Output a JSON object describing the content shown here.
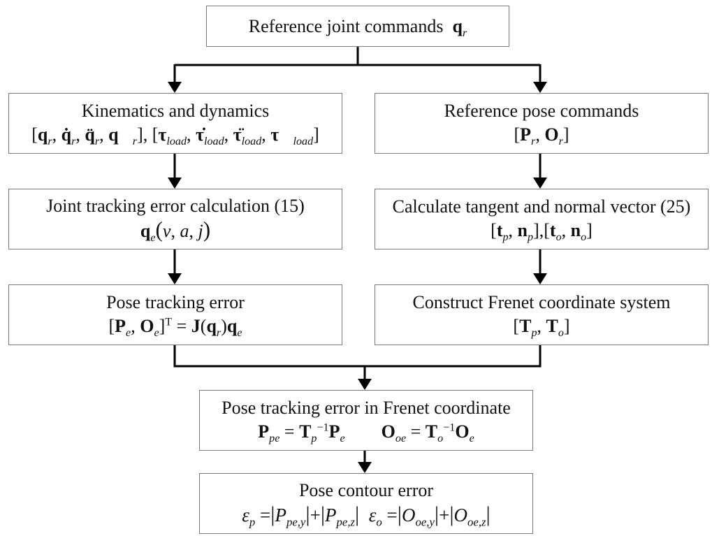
{
  "diagram": {
    "type": "flowchart",
    "nodes": {
      "ref_joint": {
        "title": "Reference joint commands",
        "symbol": "q",
        "sub": "r"
      },
      "kin_dyn": {
        "title": "Kinematics and dynamics",
        "formula": "[q_r, q̇_r, q̈_r, q⃛_r], [τ_load, τ̇_load, τ̈_load, τ⃛_load]"
      },
      "ref_pose": {
        "title": "Reference pose commands",
        "formula": "[P_r, O_r]"
      },
      "joint_err": {
        "title": "Joint tracking error calculation (15)",
        "formula": "q_e(v, a, j)"
      },
      "tangent": {
        "title": "Calculate tangent and normal vector (25)",
        "formula": "[t_p, n_p],[t_o, n_o]"
      },
      "pose_err": {
        "title": "Pose tracking error",
        "formula": "[P_e, O_e]^T = J(q_r)q_e"
      },
      "frenet": {
        "title": "Construct Frenet coordinate system",
        "formula": "[T_p, T_o]"
      },
      "frenet_err": {
        "title": "Pose tracking error in Frenet coordinate",
        "formula": "P_pe = T_p^-1 P_e    O_oe = T_o^-1 O_e"
      },
      "contour": {
        "title": "Pose contour error",
        "formula": "ε_p = |P_pe,y| + |P_pe,z|  ε_o = |O_oe,y| + |O_oe,z|"
      }
    },
    "edges": [
      [
        "ref_joint",
        "kin_dyn"
      ],
      [
        "ref_joint",
        "ref_pose"
      ],
      [
        "kin_dyn",
        "joint_err"
      ],
      [
        "joint_err",
        "pose_err"
      ],
      [
        "ref_pose",
        "tangent"
      ],
      [
        "tangent",
        "frenet"
      ],
      [
        "pose_err",
        "frenet_err"
      ],
      [
        "frenet",
        "frenet_err"
      ],
      [
        "frenet_err",
        "contour"
      ]
    ],
    "text": {
      "sym_q": "q",
      "sym_P": "P",
      "sym_O": "O",
      "sym_t": "t",
      "sym_n": "n",
      "sym_T": "T",
      "sym_J": "J",
      "sym_tau": "τ",
      "sym_eps": "ε",
      "sub_r": "r",
      "sub_e": "e",
      "sub_p": "p",
      "sub_o": "o",
      "sub_load": "load",
      "sub_pe": "pe",
      "sub_oe": "oe",
      "sub_pey": "pe,y",
      "sub_pez": "pe,z",
      "sub_oey": "oe,y",
      "sub_oez": "oe,z",
      "sup_T": "T",
      "sup_inv": "−1",
      "var_v": "v",
      "var_a": "a",
      "var_j": "j",
      "var_P": "P",
      "var_O": "O"
    }
  }
}
